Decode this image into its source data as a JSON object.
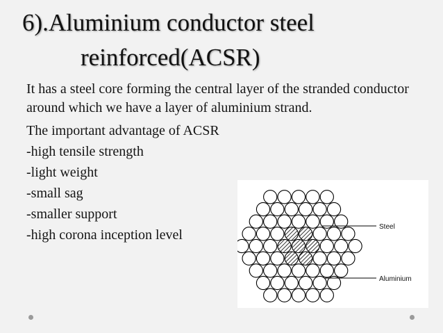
{
  "slide": {
    "title_line1": "6).Aluminium conductor steel",
    "title_line2": "reinforced(ACSR)",
    "description": "It has a steel core forming the central layer of the stranded conductor around which we have a layer of aluminium strand.",
    "advantages_heading": "The important advantage of ACSR",
    "advantages": [
      "-high tensile strength",
      "-light weight",
      "-small sag",
      "-smaller support",
      "-high corona inception level"
    ]
  },
  "diagram": {
    "steel_label": "Steel",
    "aluminium_label": "Aluminium"
  },
  "colors": {
    "background": "#f2f2f2",
    "text": "#141414",
    "nav_dot": "#9a9a9a"
  }
}
